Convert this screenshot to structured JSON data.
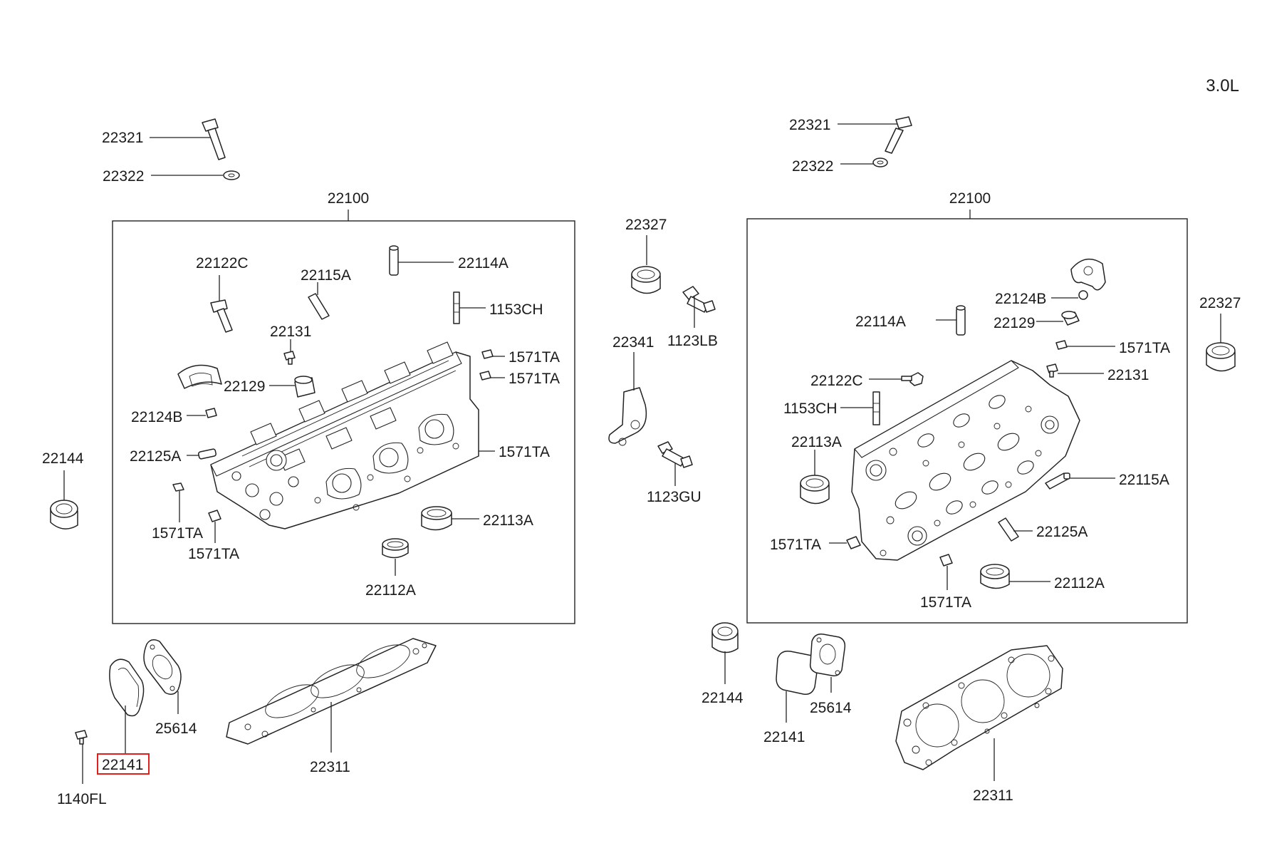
{
  "engine": "3.0L",
  "colors": {
    "highlight": "#e0201b",
    "line": "#222222"
  },
  "labels": {
    "l_22321": "22321",
    "l_22322": "22322",
    "l_22100": "22100",
    "l_22122C": "22122C",
    "l_22115A": "22115A",
    "l_22114A": "22114A",
    "l_1153CH": "1153CH",
    "l_22131": "22131",
    "l_1571TA_1": "1571TA",
    "l_1571TA_2": "1571TA",
    "l_22129": "22129",
    "l_22124B": "22124B",
    "l_22125A": "22125A",
    "l_1571TA_3": "1571TA",
    "l_1571TA_4": "1571TA",
    "l_1571TA_5": "1571TA",
    "l_22113A": "22113A",
    "l_22112A": "22112A",
    "l_22144": "22144",
    "l_22141": "22141",
    "l_25614": "25614",
    "l_1140FL": "1140FL",
    "l_22311": "22311",
    "c_22327": "22327",
    "c_1123LB": "1123LB",
    "c_22341": "22341",
    "c_1123GU": "1123GU",
    "r_22321": "22321",
    "r_22322": "22322",
    "r_22100": "22100",
    "r_22124B": "22124B",
    "r_22114A": "22114A",
    "r_22129": "22129",
    "r_1571TA_1": "1571TA",
    "r_22131": "22131",
    "r_22122C": "22122C",
    "r_1153CH": "1153CH",
    "r_22113A": "22113A",
    "r_22115A": "22115A",
    "r_22125A": "22125A",
    "r_1571TA_2": "1571TA",
    "r_1571TA_3": "1571TA",
    "r_22112A": "22112A",
    "r_22327": "22327",
    "r_22144": "22144",
    "r_22141": "22141",
    "r_25614": "25614",
    "r_22311": "22311"
  }
}
